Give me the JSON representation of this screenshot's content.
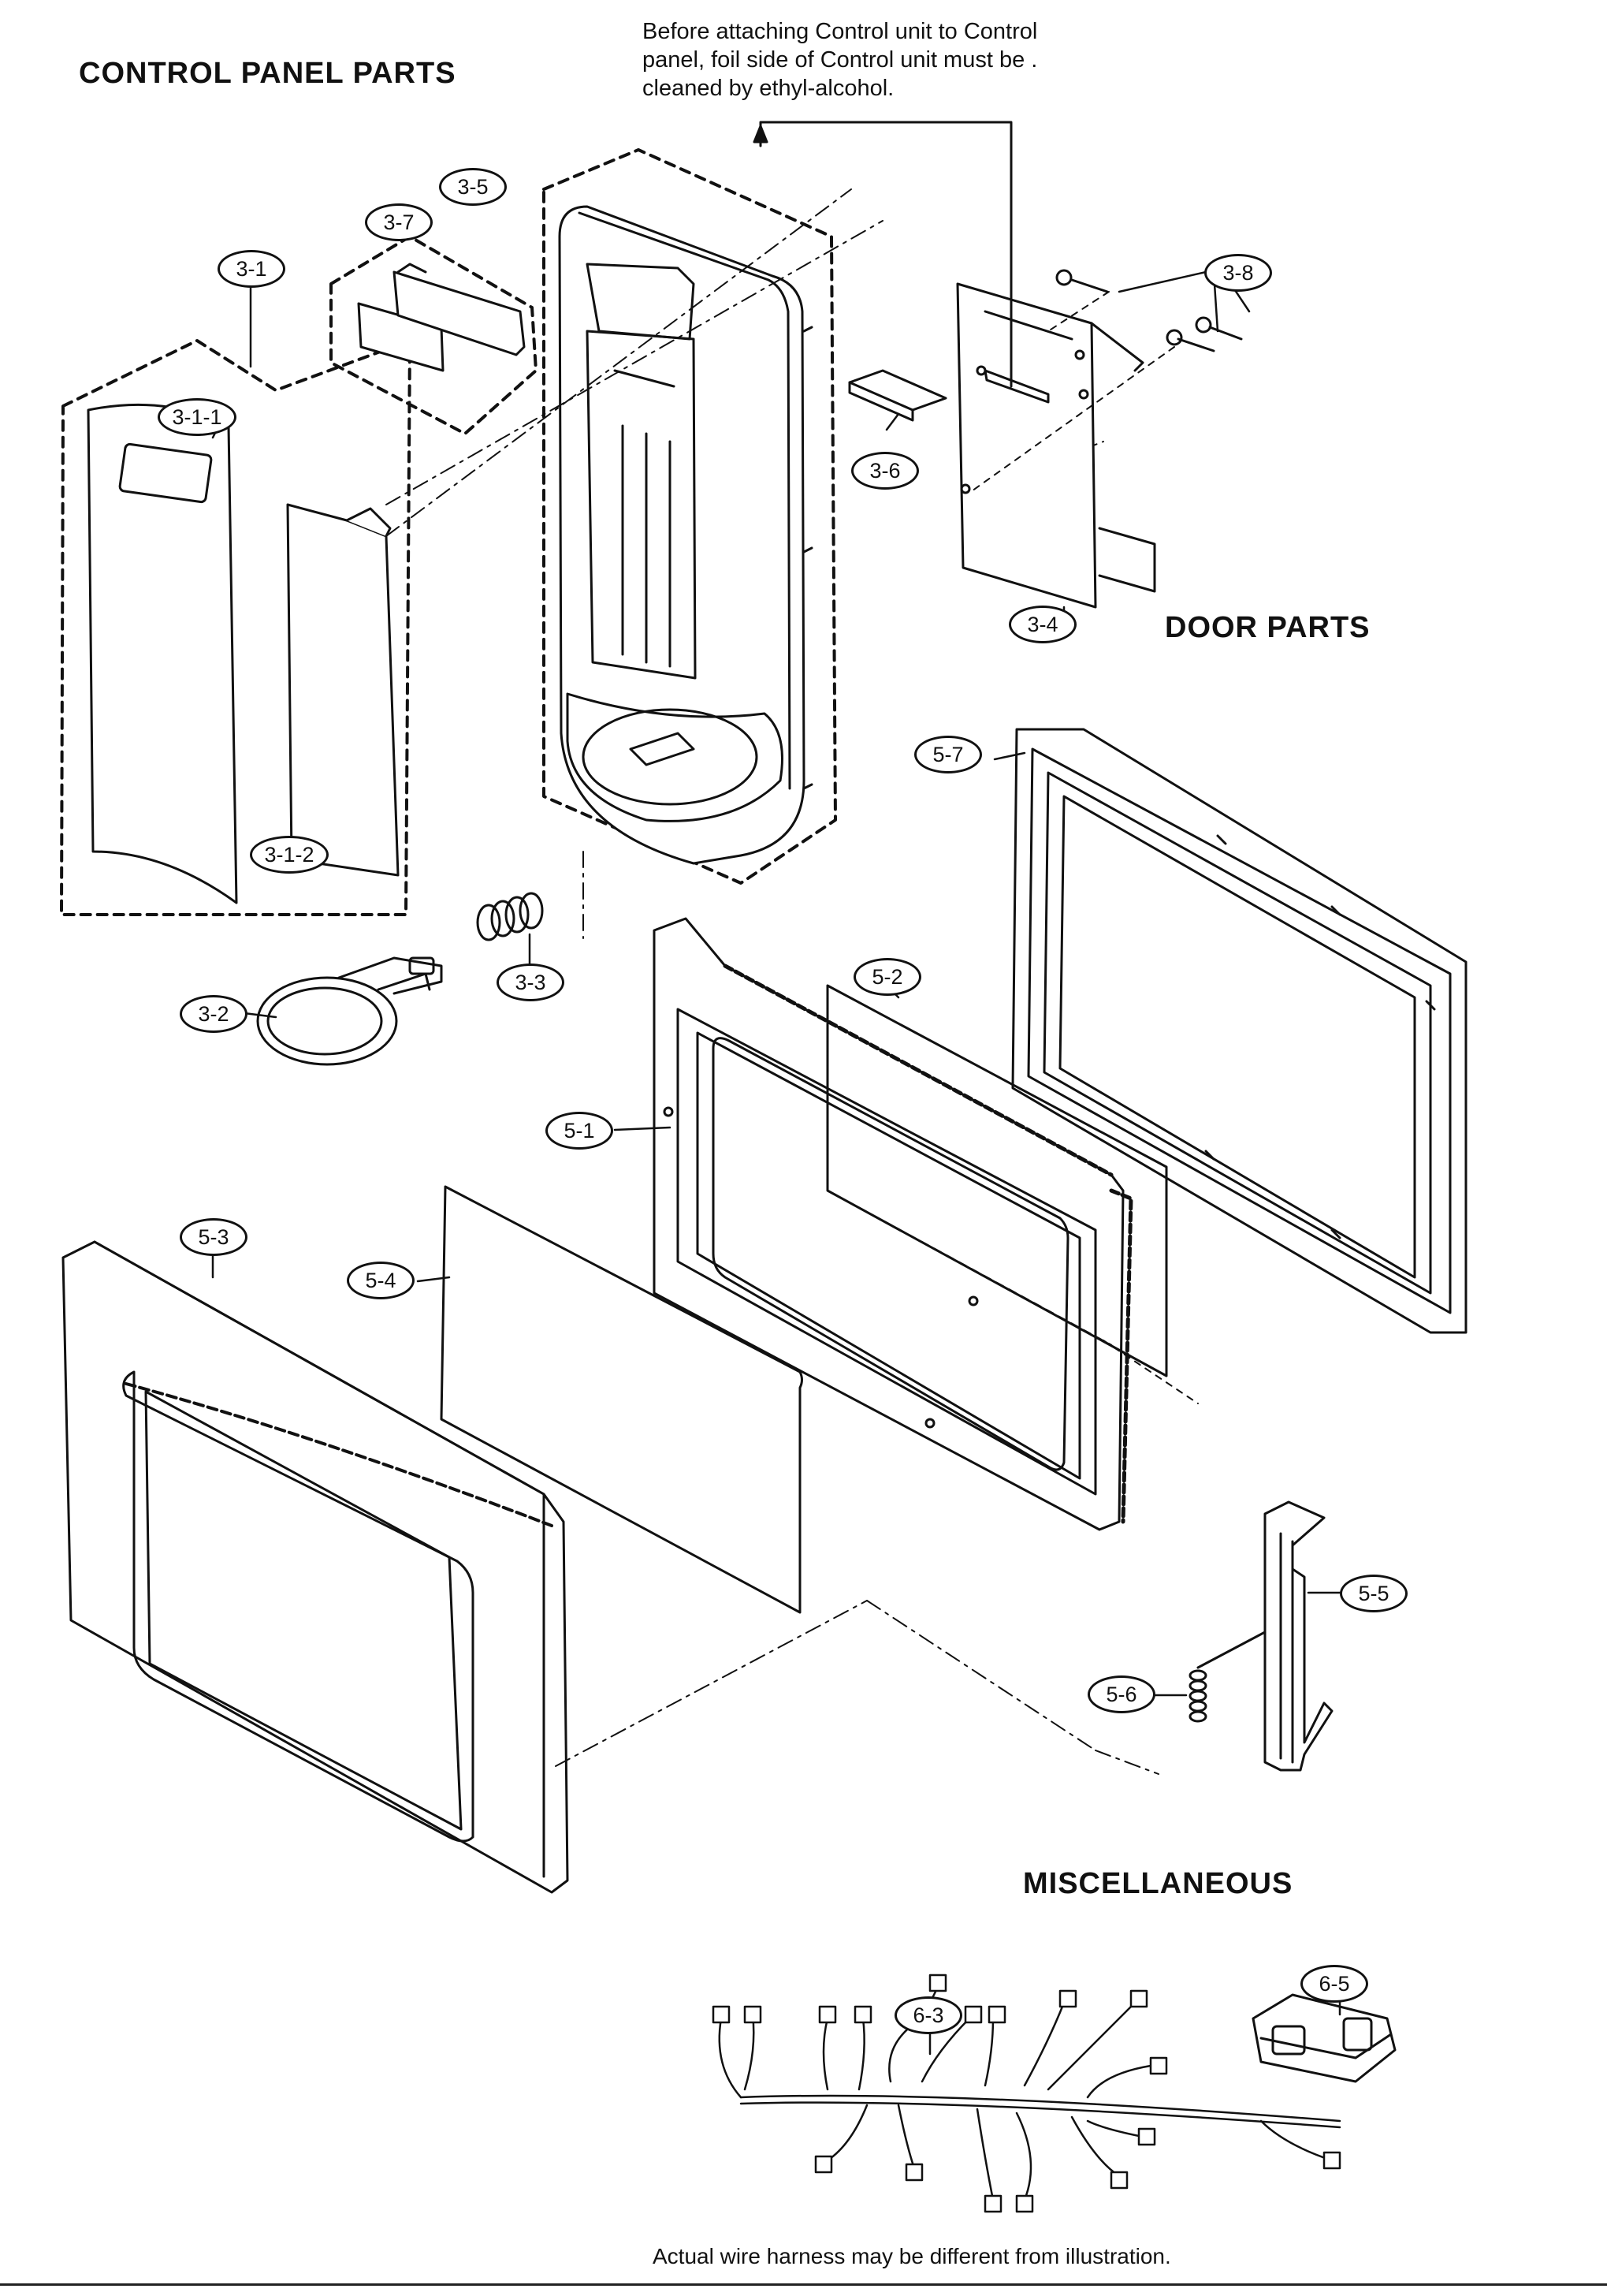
{
  "sections": {
    "control_panel": "CONTROL PANEL PARTS",
    "door": "DOOR  PARTS",
    "misc": "MISCELLANEOUS"
  },
  "note": {
    "line1": "Before attaching Control unit to Control",
    "line2": "panel, foil side of Control unit must be .",
    "line3": "cleaned by ethyl-alcohol."
  },
  "footer": "Actual wire harness may be different from illustration.",
  "callouts": {
    "c3_1": "3-1",
    "c3_1_1": "3-1-1",
    "c3_1_2": "3-1-2",
    "c3_2": "3-2",
    "c3_3": "3-3",
    "c3_4": "3-4",
    "c3_5": "3-5",
    "c3_6": "3-6",
    "c3_7": "3-7",
    "c3_8": "3-8",
    "c5_1": "5-1",
    "c5_2": "5-2",
    "c5_3": "5-3",
    "c5_4": "5-4",
    "c5_5": "5-5",
    "c5_6": "5-6",
    "c5_7": "5-7",
    "c6_3": "6-3",
    "c6_5": "6-5"
  }
}
